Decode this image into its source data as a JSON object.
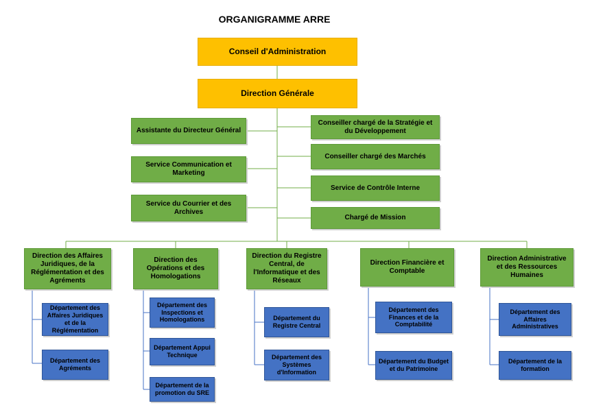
{
  "title": "ORGANIGRAMME ARRE",
  "conseil": "Conseil d'Administration",
  "direction_generale": "Direction Générale",
  "staff_left": [
    "Assistante du Directeur Général",
    "Service Communication et Marketing",
    "Service du Courrier et des Archives"
  ],
  "staff_right": [
    "Conseiller chargé de la Stratégie et du Développement",
    "Conseiller chargé des Marchés",
    "Service de Contrôle Interne",
    "Chargé de Mission"
  ],
  "directions": [
    {
      "name": "Direction des Affaires Juridiques, de la Réglémentation et des Agréments",
      "departments": [
        "Département des Affaires Juridiques et de la Réglémentation",
        "Département des Agréments"
      ]
    },
    {
      "name": "Direction des Opérations et des Homologations",
      "departments": [
        "Département des Inspections et Homologations",
        "Département Appui Technique",
        "Département de la promotion du SRE"
      ]
    },
    {
      "name": "Direction du Registre Central, de l'Informatique et des Réseaux",
      "departments": [
        "Département du Registre Central",
        "Département des Systèmes d'Information"
      ]
    },
    {
      "name": "Direction Financière et Comptable",
      "departments": [
        "Département des Finances et de la Comptabilité",
        "Département du Budget et du Patrimoine"
      ]
    },
    {
      "name": "Direction Administrative et des Ressources Humaines",
      "departments": [
        "Département des Affaires Administratives",
        "Département de la formation"
      ]
    }
  ]
}
